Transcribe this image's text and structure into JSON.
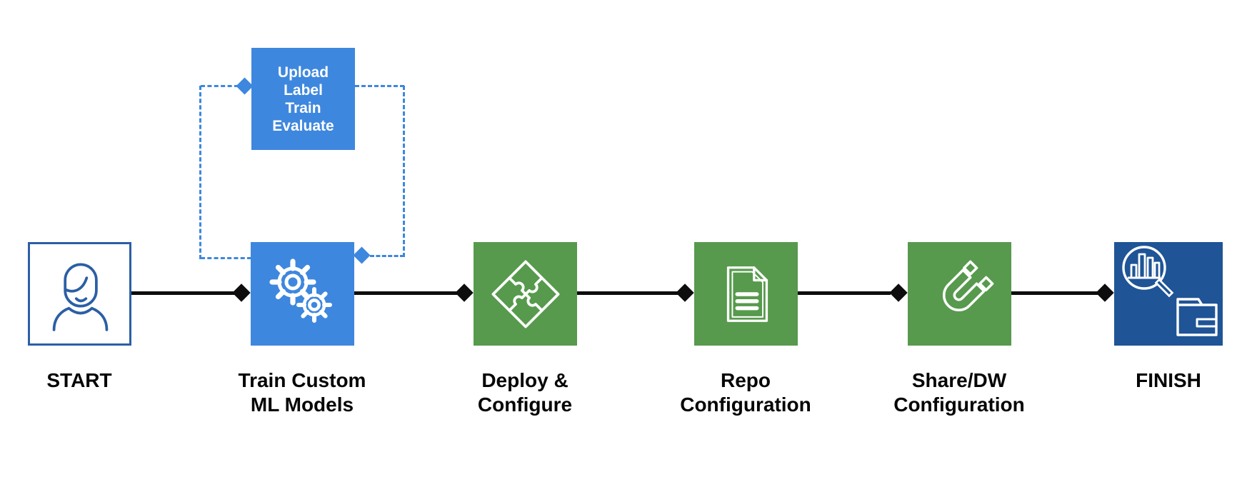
{
  "diagram": {
    "type": "flowchart",
    "loop_box": {
      "label": "Upload\nLabel\nTrain\nEvaluate"
    },
    "nodes": [
      {
        "id": "start",
        "label": "START",
        "icon": "person-icon",
        "fill": "#ffffff"
      },
      {
        "id": "train",
        "label": "Train Custom\nML Models",
        "icon": "gears-icon",
        "fill": "#3e87de"
      },
      {
        "id": "deploy",
        "label": "Deploy &\nConfigure",
        "icon": "puzzle-icon",
        "fill": "#579a4d"
      },
      {
        "id": "repo",
        "label": "Repo\nConfiguration",
        "icon": "document-icon",
        "fill": "#579a4d"
      },
      {
        "id": "share",
        "label": "Share/DW\nConfiguration",
        "icon": "magnet-icon",
        "fill": "#579a4d"
      },
      {
        "id": "finish",
        "label": "FINISH",
        "icon": "chart-magnifier-folder-icon",
        "fill": "#1f5496"
      }
    ],
    "connections": [
      {
        "from": "START",
        "to": "Train Custom ML Models",
        "style": "solid",
        "arrowhead": "diamond"
      },
      {
        "from": "Train Custom ML Models",
        "to": "Deploy & Configure",
        "style": "solid",
        "arrowhead": "diamond"
      },
      {
        "from": "Deploy & Configure",
        "to": "Repo Configuration",
        "style": "solid",
        "arrowhead": "diamond"
      },
      {
        "from": "Repo Configuration",
        "to": "Share/DW Configuration",
        "style": "solid",
        "arrowhead": "diamond"
      },
      {
        "from": "Share/DW Configuration",
        "to": "FINISH",
        "style": "solid",
        "arrowhead": "diamond"
      },
      {
        "from": "Train Custom ML Models",
        "to": "Upload Label Train Evaluate",
        "style": "dashed",
        "arrowhead": "diamond"
      },
      {
        "from": "Upload Label Train Evaluate",
        "to": "Train Custom ML Models",
        "style": "dashed",
        "arrowhead": "diamond"
      }
    ],
    "colors": {
      "process_blue": "#3e87de",
      "process_green": "#579a4d",
      "finish_navy": "#1f5496",
      "start_border_blue": "#2b5fa5",
      "connector_black": "#0d0d0d",
      "loop_dashed_blue": "#3e87de",
      "label_text": "#050505",
      "icon_white": "#ffffff",
      "background": "#ffffff"
    }
  }
}
